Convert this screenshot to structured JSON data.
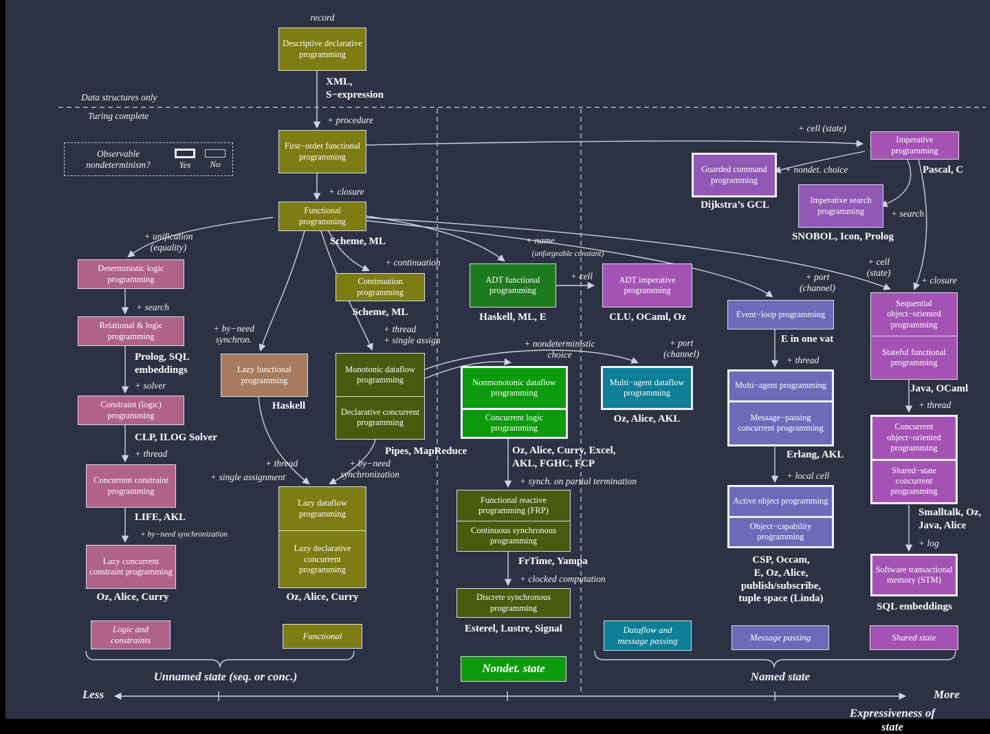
{
  "title": "Taxonomy of programming paradigms",
  "colors": {
    "background": "#2c3243",
    "olive": "#7d7d14",
    "dark_olive_green": "#4a5a0e",
    "adt_green": "#1e7a1e",
    "bright_green": "#0b9b0b",
    "pink": "#b06287",
    "brown": "#a87b5e",
    "teal": "#0d7f97",
    "blue_violet": "#6b6bba",
    "magenta": "#a453b4",
    "purple": "#9159b5",
    "wire": "#ccd2e2"
  },
  "nodes": {
    "descriptive": "Descriptive declarative programming",
    "first_order": "First−order functional programming",
    "functional": "Functional programming",
    "continuation": "Continuation programming",
    "adt_functional": "ADT functional programming",
    "adt_imperative": "ADT imperative programming",
    "imperative": "Imperative programming",
    "guarded": "Guarded command programming",
    "imp_search": "Imperative search programming",
    "det_logic": "Deterministic logic programming",
    "relational": "Relational & logic programming",
    "constraint": "Constraint (logic) programming",
    "conc_constraint": "Concurrent constraint programming",
    "lazy_conc_constraint": "Lazy concurrent constraint programming",
    "lazy_functional": "Lazy functional programming",
    "monotonic": "Monotonic dataflow programming",
    "decl_concurrent": "Declarative concurrent programming",
    "nonmonotonic": "Nonmonotonic dataflow programming",
    "conc_logic": "Concurrent logic programming",
    "ma_dataflow": "Multi−agent dataflow programming",
    "event_loop": "Event−loop programming",
    "ma_prog": "Multi−agent programming",
    "msg_passing": "Message−passing concurrent programming",
    "active_obj": "Active object programming",
    "obj_cap": "Object−capability programming",
    "seq_oo": "Sequential object−oriented programming",
    "stateful_fn": "Stateful functional programming",
    "conc_oo": "Concurrent object−oriented programming",
    "shared_state": "Shared−state concurrent programming",
    "stm": "Software transactional memory (STM)",
    "lazy_dataflow": "Lazy dataflow programming",
    "lazy_decl_conc": "Lazy declarative concurrent programming",
    "frp": "Functional reactive programming (FRP)",
    "cont_sync": "Continuous synchronous programming",
    "discrete_sync": "Discrete synchronous programming"
  },
  "captions": {
    "xml": "XML,\nS−expression",
    "scheme_ml_1": "Scheme, ML",
    "scheme_ml_2": "Scheme, ML",
    "haskell_ml_e": "Haskell, ML, E",
    "clu_ocaml_oz": "CLU, OCaml, Oz",
    "pascal_c": "Pascal, C",
    "dijkstra": "Dijkstra’s GCL",
    "snobol": "SNOBOL, Icon, Prolog",
    "prolog_sql": "Prolog, SQL\nembeddings",
    "clp": "CLP, ILOG Solver",
    "life_akl": "LIFE, AKL",
    "oz_alice_curry_1": "Oz, Alice, Curry",
    "haskell": "Haskell",
    "pipes": "Pipes, MapReduce",
    "oz_excel": "Oz, Alice, Curry, Excel,\nAKL, FGHC, FCP",
    "oz_alice_akl": "Oz, Alice, AKL",
    "e_one_vat": "E in one vat",
    "erlang_akl": "Erlang, AKL",
    "csp": "CSP, Occam,\nE, Oz, Alice,\npublish/subscribe,\ntuple space (Linda)",
    "java_ocaml": "Java, OCaml",
    "smalltalk": "Smalltalk, Oz,\nJava, Alice",
    "sql_emb": "SQL embeddings",
    "oz_alice_curry_2": "Oz, Alice, Curry",
    "frtime": "FrTime, Yampa",
    "esterel": "Esterel, Lustre, Signal"
  },
  "edges": {
    "record": "record",
    "procedure": "+ procedure",
    "closure_fn": "+ closure",
    "cell_state_top": "+ cell (state)",
    "nondet_choice": "+ nondet. choice",
    "search_imperative": "+ search",
    "unification": "+ unification\n(equality)",
    "search_logic": "+ search",
    "solver": "+ solver",
    "thread_cc": "+ thread",
    "byneed_sync_cc": "+ by−need synchronization",
    "continuation": "+ continuation",
    "name": "+ name",
    "name_sub": "(unforgeable constant)",
    "cell": "+ cell",
    "byneed_synchron": "+ by−need\nsynchron.",
    "thread_single_assign": "+ thread\n+ single assign",
    "nondet_choice_df": "+ nondeterministic\nchoice",
    "port_channel_df": "+ port\n(channel)",
    "port_channel_el": "+ port\n(channel)",
    "cell_state_oo": "+ cell\n(state)",
    "closure_oo": "+ closure",
    "thread_ma": "+ thread",
    "local_cell": "+ local cell",
    "thread_oo": "+ thread",
    "log": "+ log",
    "thread_lazy": "+ thread",
    "single_assignment": "+ single assignment",
    "byneed_sync_lazy": "+ by−need\nsynchronization",
    "synch_partial": "+ synch. on partial termination",
    "clocked": "+ clocked computation"
  },
  "legend": {
    "observable_title": "Observable\nnondeterminism?",
    "yes": "Yes",
    "no": "No",
    "logic_constraints": "Logic and\nconstraints",
    "functional": "Functional",
    "dataflow_message": "Dataflow and\nmessage passing",
    "message_passing": "Message passing",
    "shared_state": "Shared state",
    "nondet_state": "Nondet. state"
  },
  "axis": {
    "less": "Less",
    "more": "More",
    "expressiveness": "Expressiveness of state",
    "unnamed_state": "Unnamed state (seq. or conc.)",
    "named_state": "Named state",
    "data_structures_only": "Data structures only",
    "turing_complete": "Turing complete"
  }
}
